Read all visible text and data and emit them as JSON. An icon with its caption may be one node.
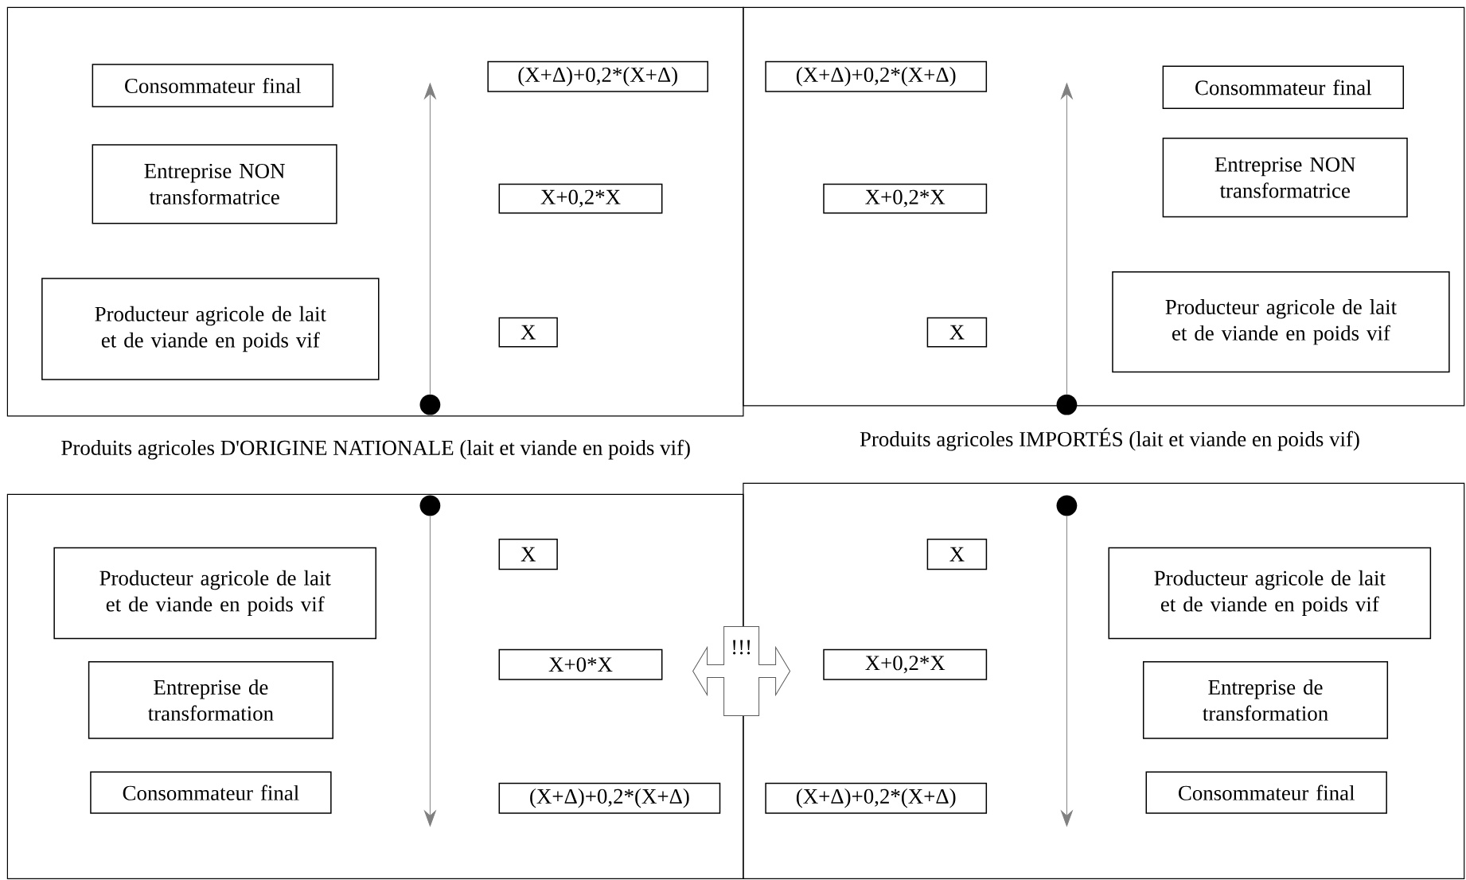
{
  "diagram": {
    "nodes": [
      {
        "text": [
          "Consommateur final"
        ]
      },
      {
        "text": [
          "Entreprise NON transformatrice"
        ]
      },
      {
        "text": [
          "Producteur agricole de lait et de viande en poids vif"
        ]
      },
      {
        "text": [
          "(X+Δ)+0,2*(X+Δ)"
        ]
      },
      {
        "text": [
          "X+0,2*X"
        ]
      },
      {
        "text": [
          "X"
        ]
      },
      {
        "text": [],
        "shape": "circle"
      },
      {
        "text": [
          "(X+Δ)+0,2*(X+Δ)"
        ]
      },
      {
        "text": [
          "Consommateur final"
        ]
      },
      {
        "text": [
          "X+0,2*X"
        ]
      },
      {
        "text": [
          "Entreprise NON transformatrice"
        ]
      },
      {
        "text": [
          "Producteur agricole de lait et de viande en poids vif"
        ]
      },
      {
        "text": [
          "X"
        ]
      },
      {
        "text": [],
        "shape": "circle"
      },
      {
        "text": [],
        "shape": "circle"
      },
      {
        "text": [
          "X"
        ]
      },
      {
        "text": [
          "Producteur agricole de lait et de viande en poids vif"
        ]
      },
      {
        "text": [
          "X+0*X"
        ]
      },
      {
        "text": [
          "Entreprise de transformation"
        ]
      },
      {
        "text": [
          "Consommateur final"
        ]
      },
      {
        "text": [
          "(X+Δ)+0,2*(X+Δ)"
        ]
      },
      {
        "text": [
          "!!!"
        ]
      },
      {
        "text": [],
        "shape": "circle"
      },
      {
        "text": [
          "X"
        ]
      },
      {
        "text": [
          "Producteur agricole de lait et de viande en poids vif"
        ]
      },
      {
        "text": [
          "X+0,2*X"
        ]
      },
      {
        "text": [
          "Entreprise de transformation"
        ]
      },
      {
        "text": [
          "Consommateur final"
        ]
      },
      {
        "text": [
          "(X+Δ)+0,2*(X+Δ)"
        ]
      }
    ],
    "edges": [
      {
        "from": 6,
        "to": null,
        "arrow": "to"
      },
      {
        "from": 13,
        "to": null,
        "arrow": "to"
      },
      {
        "from": 14,
        "to": null,
        "arrow": "to"
      },
      {
        "from": 22,
        "to": null,
        "arrow": "to"
      }
    ],
    "labels": [
      "Produits agricoles D'ORIGINE NATIONALE (lait et viande en poids vif)",
      "Produits agricoles IMPORTÉS (lait et viande en poids vif)"
    ]
  }
}
